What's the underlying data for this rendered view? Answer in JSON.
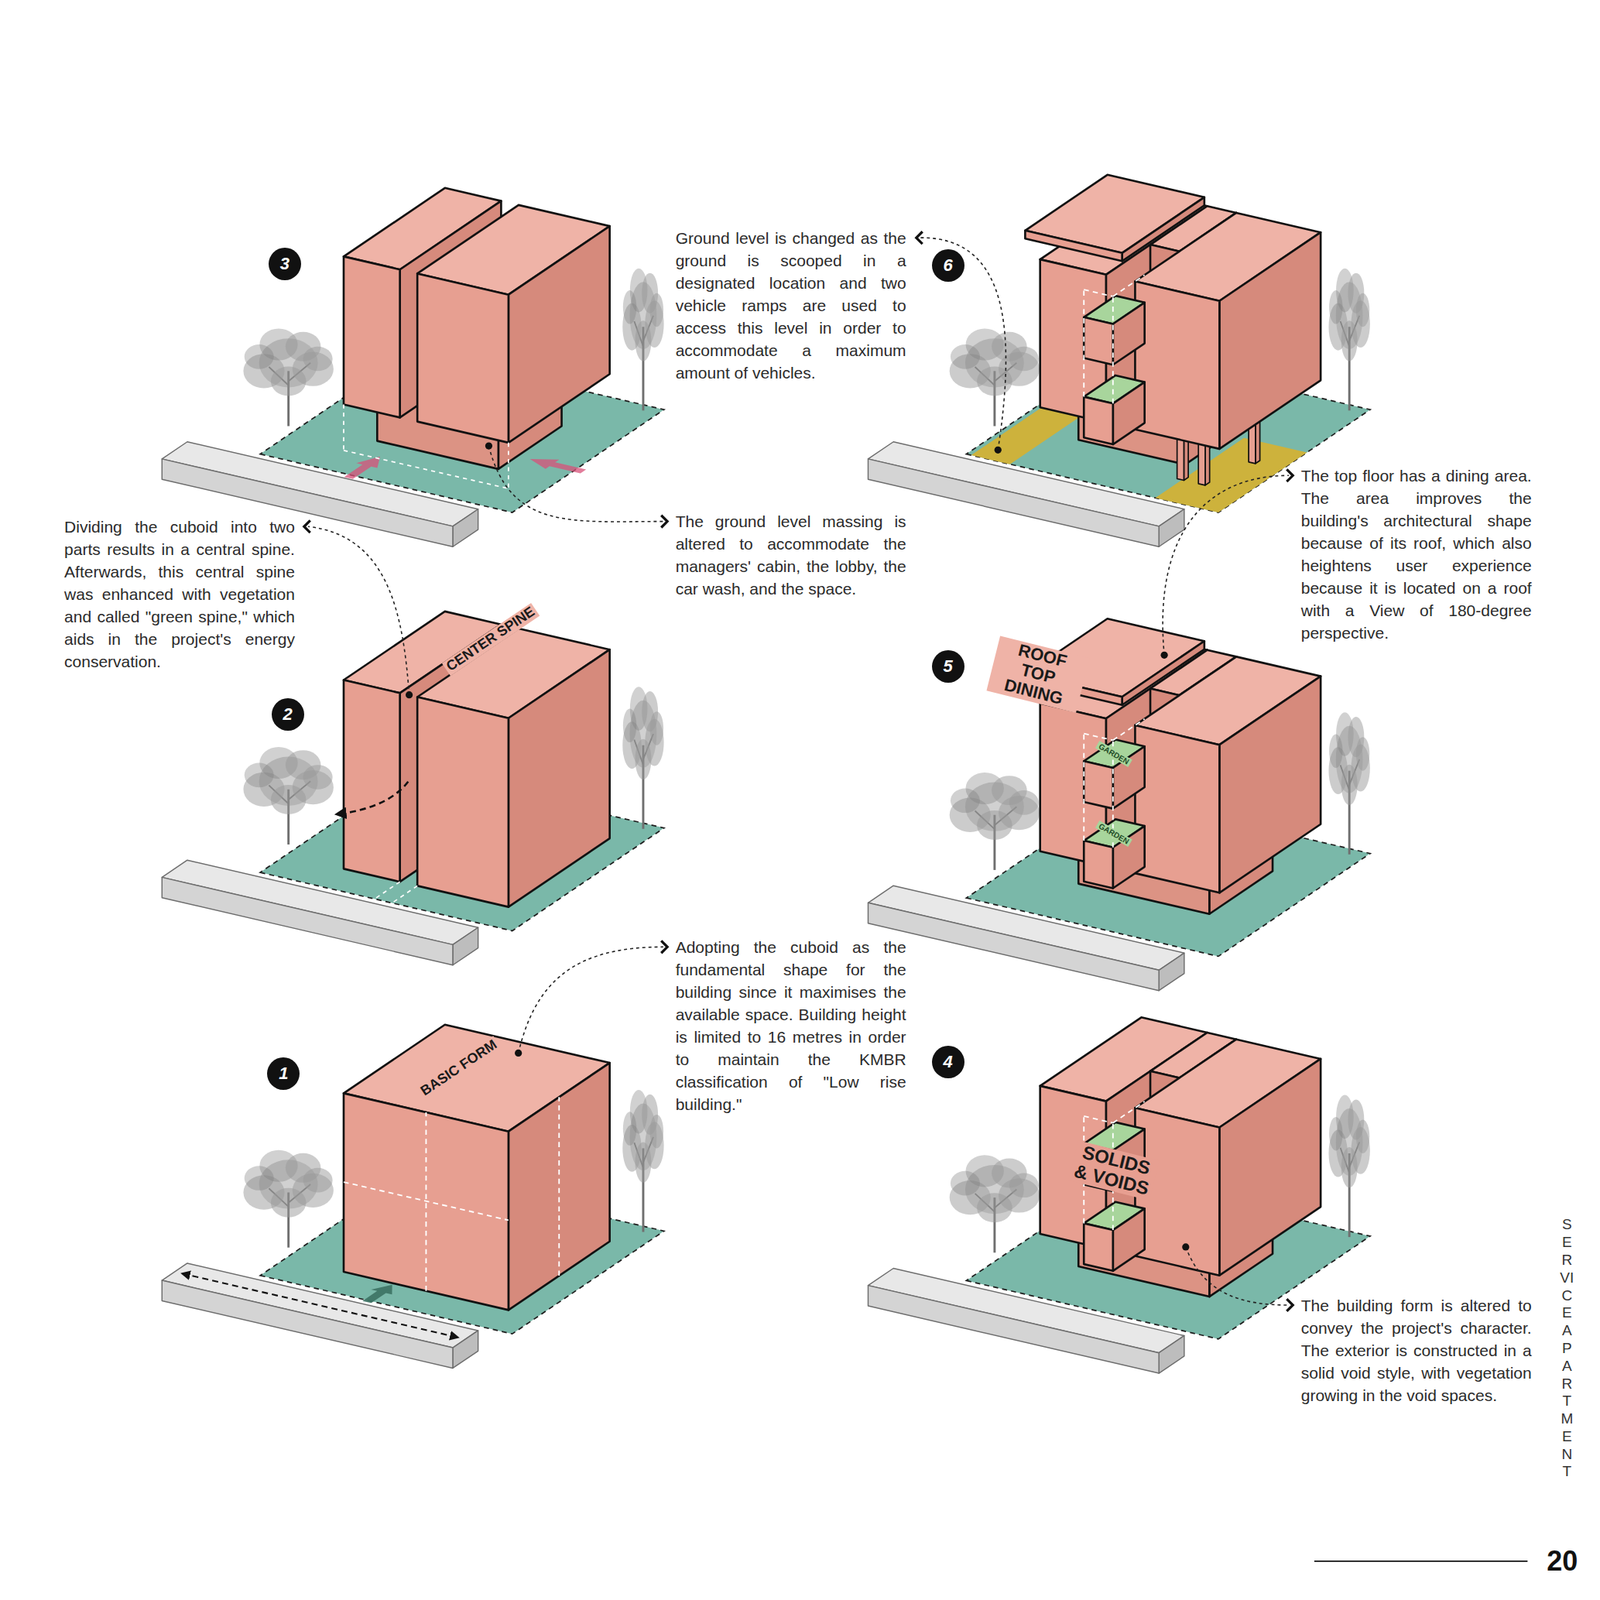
{
  "diagram": {
    "nodes": [
      {
        "text": [
          "3"
        ]
      },
      {
        "text": [
          "6"
        ]
      },
      {
        "text": [
          "2"
        ]
      },
      {
        "text": [
          "5"
        ]
      },
      {
        "text": [
          "1"
        ]
      },
      {
        "text": [
          "4"
        ]
      }
    ],
    "labels": [
      "Ground level is changed as the ground is scooped in a designated location and two vehicle ramps are used to access this level in order to accommodate a maximum amount of vehicles.",
      "The ground level massing is altered to accommodate the managers' cabin, the lobby, the car wash, and the space.",
      "Dividing the cuboid into two parts results in a central spine. Afterwards, this central spine was enhanced with vegetation and called \"green spine,\" which aids in the project's energy conservation.",
      "The top floor has a dining area. The area improves the building's architectural shape because of its roof, which also heightens user experience because it is located on a roof with a View of 180-degree perspective.",
      "CENTER SPINE",
      "ROOF TOP DINING",
      "GARDEN",
      "GARDEN",
      "Adopting the cuboid as the fundamental shape for the building since it maximises the available space. Building height is limited to 16 metres in order to maintain the KMBR classification of \"Low rise building.\"",
      "BASIC FORM",
      "SOLIDS & VOIDS",
      "The building form is altered to convey the project's character. The exterior is constructed in a solid void style, with vegetation growing in the void spaces.",
      "SERVICE APARTMENT",
      "20"
    ]
  }
}
